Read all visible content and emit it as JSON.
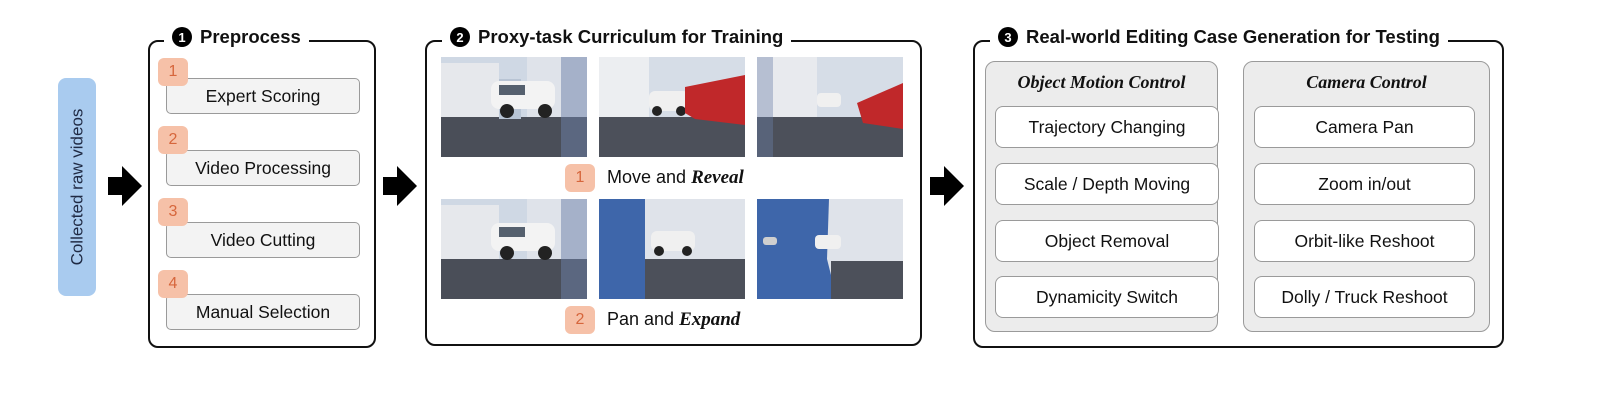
{
  "raw_label": "Collected raw videos",
  "preprocess": {
    "number": "1",
    "title": "Preprocess",
    "steps": [
      {
        "num": "1",
        "label": "Expert Scoring"
      },
      {
        "num": "2",
        "label": "Video Processing"
      },
      {
        "num": "3",
        "label": "Video Cutting"
      },
      {
        "num": "4",
        "label": "Manual Selection"
      }
    ]
  },
  "curriculum": {
    "number": "2",
    "title": "Proxy-task Curriculum for Training",
    "tasks": [
      {
        "num": "1",
        "text": "Move and ",
        "emph": "Reveal"
      },
      {
        "num": "2",
        "text": "Pan and ",
        "emph": "Expand"
      }
    ]
  },
  "generation": {
    "number": "3",
    "title": "Real-world Editing Case Generation for Testing",
    "groups": [
      {
        "title": "Object Motion Control",
        "items": [
          "Trajectory Changing",
          "Scale / Depth Moving",
          "Object Removal",
          "Dynamicity Switch"
        ]
      },
      {
        "title": "Camera Control",
        "items": [
          "Camera Pan",
          "Zoom in/out",
          "Orbit-like Reshoot",
          "Dolly / Truck Reshoot"
        ]
      }
    ]
  },
  "colors": {
    "raw_box": "#a9cbef",
    "badge": "#f6c1a8",
    "badge_text": "#d6663c",
    "mask_red": "#c0282a",
    "mask_blue": "#3e66aa"
  }
}
